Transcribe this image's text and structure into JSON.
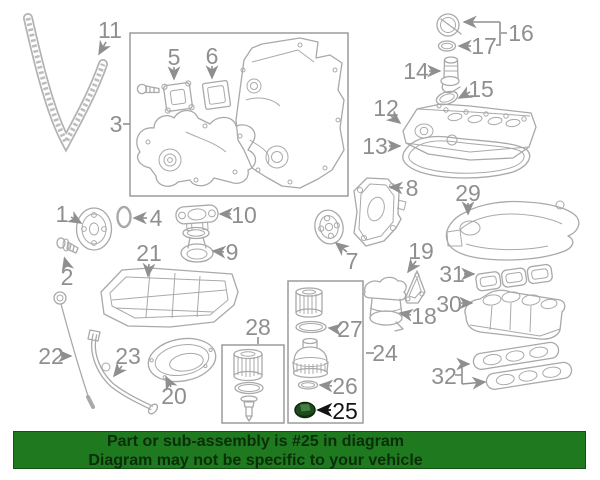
{
  "diagram": {
    "banner": {
      "line1": "Part or sub-assembly is #25 in diagram",
      "line2": "Diagram may not be specific to your vehicle"
    },
    "highlight": {
      "part_number": "25"
    },
    "colors": {
      "line": "#a9a9a9",
      "label": "#8f8f8f",
      "box_border": "#9c9c9c",
      "highlight_fill": "#1e4b1e",
      "highlight_inner": "#477e45",
      "banner_bg": "#1f7a1f",
      "banner_text": "#0a2e0a"
    },
    "callouts": {
      "c1": "1",
      "c2": "2",
      "c3": "3",
      "c4": "4",
      "c5": "5",
      "c6": "6",
      "c7": "7",
      "c8": "8",
      "c9": "9",
      "c10": "10",
      "c11": "11",
      "c12": "12",
      "c13": "13",
      "c14": "14",
      "c15": "15",
      "c16": "16",
      "c17": "17",
      "c18": "18",
      "c19": "19",
      "c20": "20",
      "c21": "21",
      "c22": "22",
      "c23": "23",
      "c24": "24",
      "c25": "25",
      "c26": "26",
      "c27": "27",
      "c28": "28",
      "c29": "29",
      "c30": "30",
      "c31": "31",
      "c32": "32"
    }
  }
}
